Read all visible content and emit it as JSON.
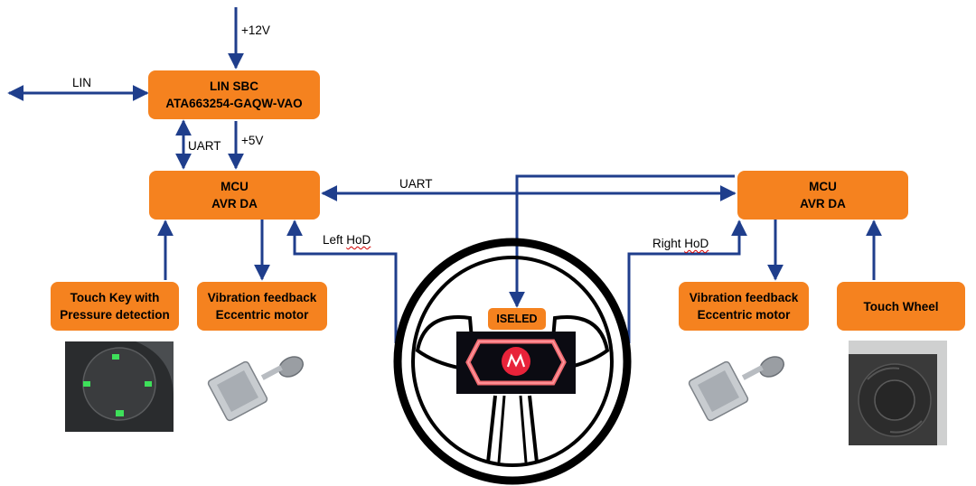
{
  "blocks": {
    "lin_sbc": {
      "line1": "LIN SBC",
      "line2": "ATA663254-GAQW-VAO"
    },
    "mcu_left": {
      "line1": "MCU",
      "line2": "AVR DA"
    },
    "mcu_right": {
      "line1": "MCU",
      "line2": "AVR DA"
    },
    "touch_key": {
      "line1": "Touch Key with",
      "line2": "Pressure detection"
    },
    "vib_left": {
      "line1": "Vibration feedback",
      "line2": "Eccentric motor"
    },
    "vib_right": {
      "line1": "Vibration feedback",
      "line2": "Eccentric motor"
    },
    "touch_wheel": {
      "line1": "Touch Wheel"
    },
    "iseled": {
      "line1": "ISELED"
    }
  },
  "labels": {
    "v12": "+12V",
    "lin": "LIN",
    "uart_vertical": "UART",
    "v5": "+5V",
    "uart_horizontal": "UART",
    "left_hod_word": "Left",
    "left_hod_mark": "HoD",
    "right_hod_word": "Right",
    "right_hod_mark": "HoD"
  },
  "colors": {
    "block_fill": "#F5821F",
    "wire": "#1F3E8C",
    "iseled_red": "#E8233A"
  }
}
